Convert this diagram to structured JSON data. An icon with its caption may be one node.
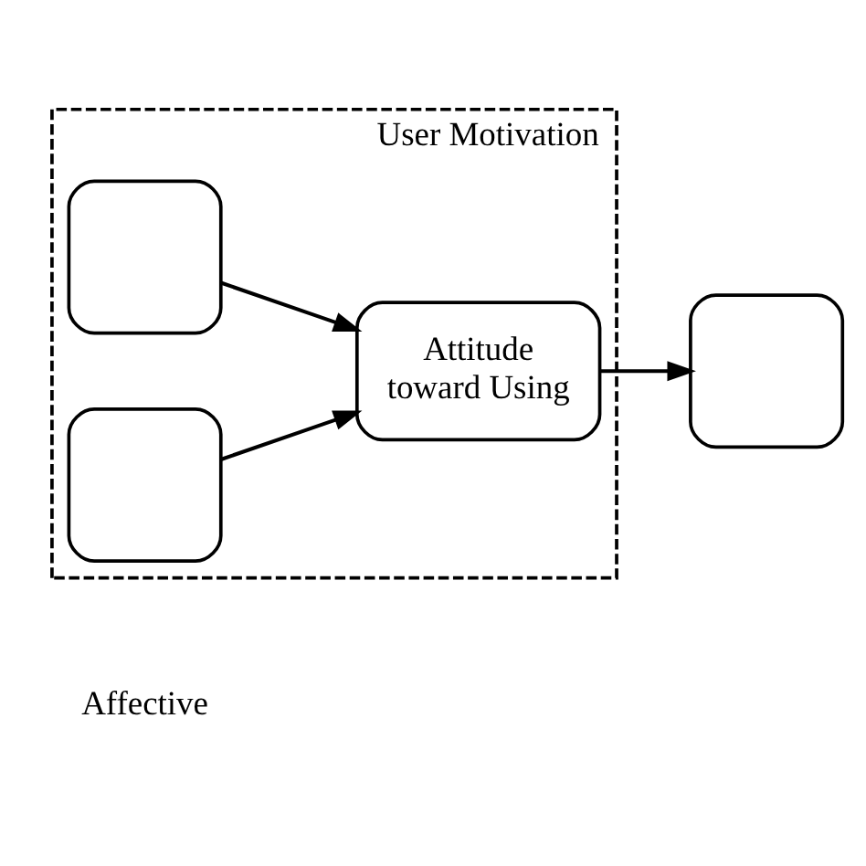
{
  "diagram": {
    "nodes": [
      {
        "text": [
          "User Motivation"
        ]
      },
      {
        "text": [],
        "shape": "box",
        "in": 0
      },
      {
        "text": [],
        "shape": "box",
        "in": 0
      },
      {
        "text": [
          "Attitude toward Using"
        ],
        "in": 0
      },
      {
        "text": [],
        "shape": "box"
      }
    ],
    "edges": [
      {
        "from": 1,
        "to": 3,
        "arrow": "to"
      },
      {
        "from": 2,
        "to": 3,
        "arrow": "to"
      },
      {
        "from": 3,
        "to": 4,
        "arrow": "to"
      }
    ],
    "labels": [
      "Affective"
    ]
  }
}
